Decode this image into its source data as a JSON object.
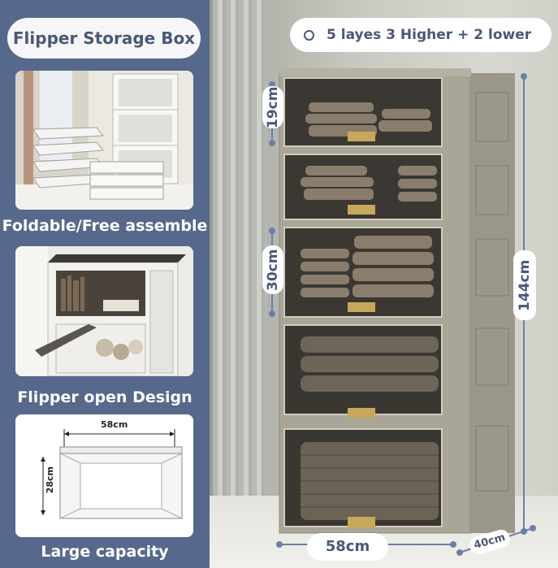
{
  "left_panel": {
    "title": "Flipper Storage Box",
    "caption1": "Foldable/Free assemble",
    "caption2": "Flipper open Design",
    "caption3": "Large capacity",
    "diagram_width_label": "58cm",
    "diagram_height_label": "28cm"
  },
  "product": {
    "layers_text": "5 layes 3 Higher + 2 lower",
    "dim_top_drawer": "19cm",
    "dim_middle_drawer": "30cm",
    "dim_total_height": "144cm",
    "dim_width": "58cm",
    "dim_depth": "40cm"
  },
  "colors": {
    "panel_blue": "#56698d",
    "text_blue": "#4a5878",
    "cabinet_frame": "#a9a698",
    "drawer_smoke": "#3b3833",
    "brass_handle": "#c7a75a"
  }
}
